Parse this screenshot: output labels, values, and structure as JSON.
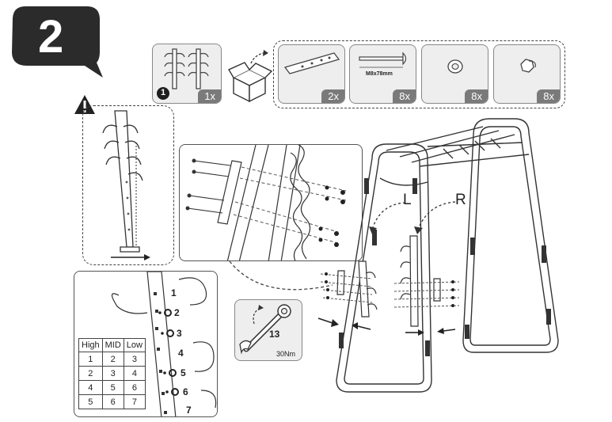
{
  "step": {
    "number": "2"
  },
  "parts": {
    "post_qty": "1x",
    "item_marker": "1",
    "bracket_qty": "2x",
    "bolt_label": "M8x78mm",
    "bolt_qty": "8x",
    "washer_qty": "8x",
    "nut_qty": "8x"
  },
  "sides": {
    "left": "L",
    "right": "R"
  },
  "tool": {
    "size": "13",
    "torque": "30Nm"
  },
  "height_table": {
    "headers": [
      "High",
      "MID",
      "Low"
    ],
    "rows": [
      [
        "1",
        "2",
        "3"
      ],
      [
        "2",
        "3",
        "4"
      ],
      [
        "4",
        "5",
        "6"
      ],
      [
        "5",
        "6",
        "7"
      ]
    ]
  },
  "hole_labels": [
    "1",
    "2",
    "3",
    "4",
    "5",
    "6",
    "7"
  ]
}
